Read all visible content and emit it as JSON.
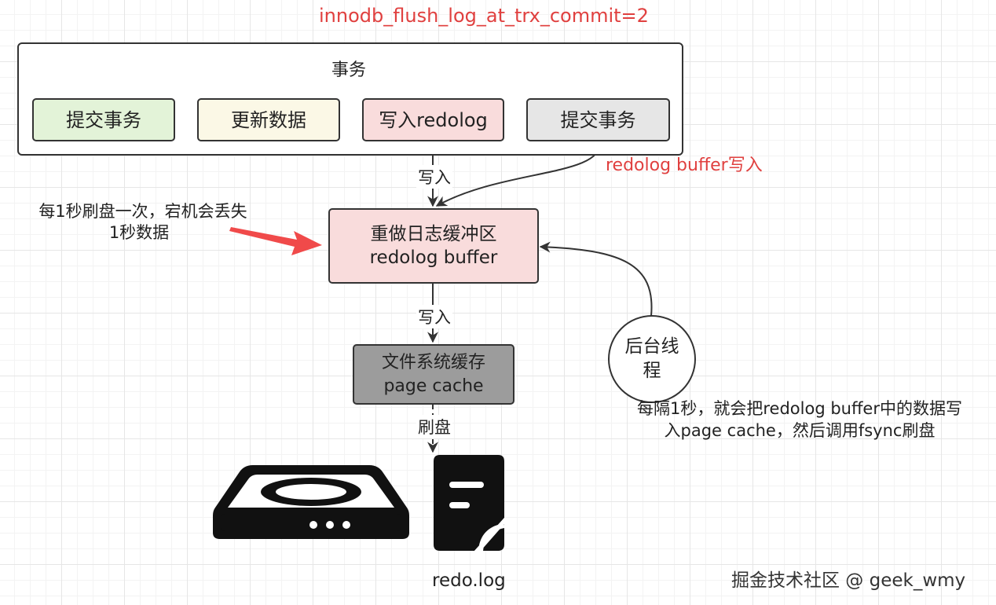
{
  "title": "innodb_flush_log_at_trx_commit=2",
  "transaction": {
    "label": "事务",
    "steps": [
      {
        "label": "提交事务",
        "color": "#e3f3d8"
      },
      {
        "label": "更新数据",
        "color": "#fbf8e6"
      },
      {
        "label": "写入redolog",
        "color": "#f9dcdc"
      },
      {
        "label": "提交事务",
        "color": "#e6e6e6"
      }
    ]
  },
  "edges": {
    "write_1": "写入",
    "write_2": "写入",
    "flush": "刷盘",
    "buffer_write": "redolog buffer写入"
  },
  "redo_buffer": {
    "line1": "重做日志缓冲区",
    "line2": "redolog buffer",
    "color": "#f9dcdc"
  },
  "page_cache": {
    "line1": "文件系统缓存",
    "line2": "page cache",
    "color": "#9c9c9c"
  },
  "background_thread": {
    "line1": "后台线",
    "line2": "程"
  },
  "notes": {
    "left_line1": "每1秒刷盘一次，宕机会丢失",
    "left_line2": "1秒数据",
    "right_line1": "每隔1秒，就会把redolog buffer中的数据写",
    "right_line2": "入page cache，然后调用fsync刷盘"
  },
  "icons": {
    "disk": "hard-disk-icon",
    "file": "document-icon"
  },
  "file_label": "redo.log",
  "watermark": "掘金技术社区 @ geek_wmy"
}
